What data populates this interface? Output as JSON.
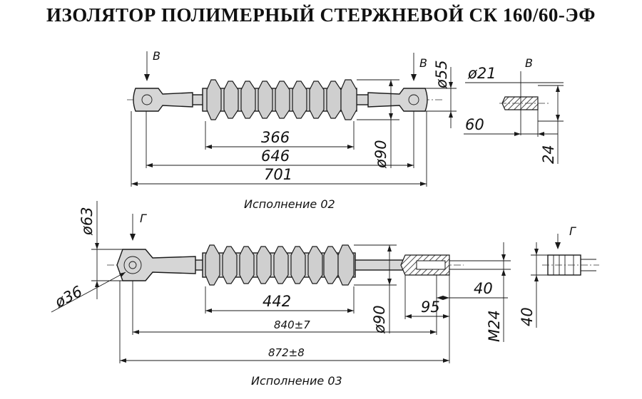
{
  "title": "ИЗОЛЯТОР  ПОЛИМЕРНЫЙ  СТЕРЖНЕВОЙ СК 160/60-ЭФ",
  "view02": {
    "caption": "Исполнение 02",
    "section_mark": "В",
    "dims": {
      "d_sheds": "366",
      "d_646": "646",
      "d_701": "701",
      "d_shed_diam": "ø90",
      "d_end_diam": "ø55",
      "d_pin_diam": "ø21",
      "d_60": "60",
      "d_24": "24"
    }
  },
  "view03": {
    "caption": "Исполнение 03",
    "section_mark": "Г",
    "dims": {
      "d_eye_outer": "ø63",
      "d_eye_inner": "ø36",
      "d_sheds": "442",
      "d_840": "840±7",
      "d_872": "872±8",
      "d_shed_diam": "ø90",
      "d_40a": "40",
      "d_95": "95",
      "d_thread": "M24",
      "d_40b": "40"
    }
  }
}
